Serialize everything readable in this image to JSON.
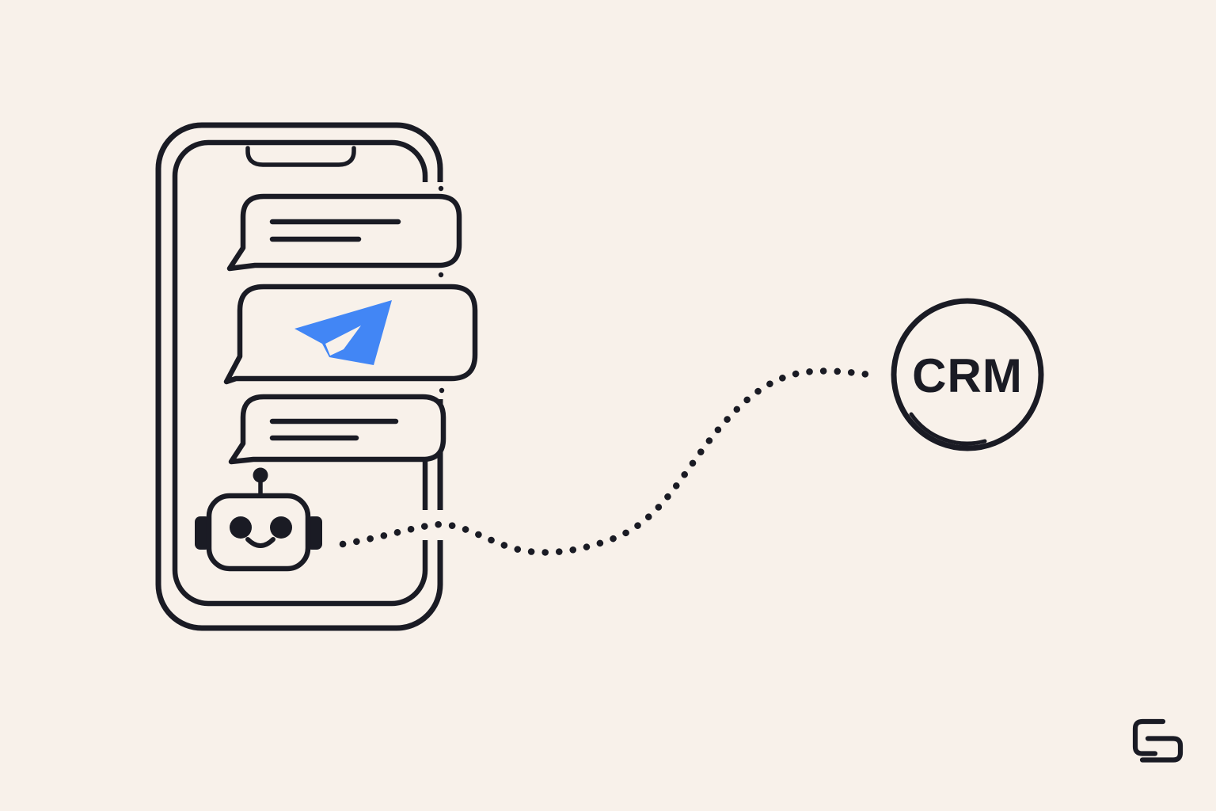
{
  "title": "Telegram chatbot connected to CRM illustration",
  "colors": {
    "background": "#f8f1ea",
    "line": "#1a1b24",
    "telegram_blue": "#4286f5"
  },
  "phone": {
    "bubbles": [
      {
        "type": "text-bubble",
        "text_lines": 2
      },
      {
        "type": "icon-bubble",
        "icon": "telegram-plane-icon"
      },
      {
        "type": "text-bubble",
        "text_lines": 2
      }
    ]
  },
  "robot": {
    "icon": "robot-icon",
    "description": "chatbot head with antenna, eyes and smile"
  },
  "connector": {
    "style": "dotted-curve",
    "from": "robot-icon",
    "to": "crm-circle"
  },
  "crm": {
    "label": "CRM"
  },
  "logo": {
    "icon": "gg-monogram-logo-icon",
    "monogram": "GG"
  }
}
